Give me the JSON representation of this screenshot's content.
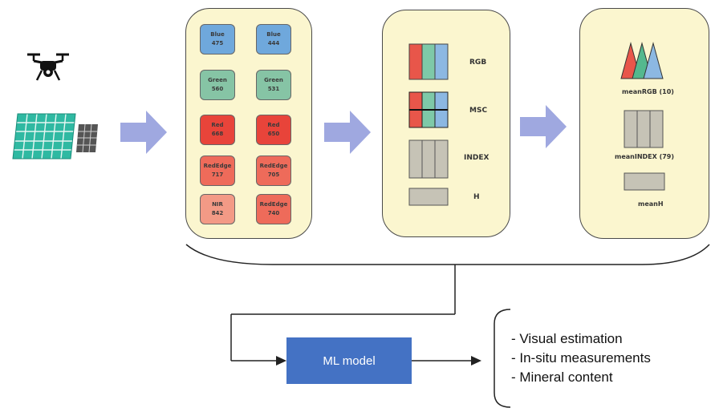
{
  "bands": [
    {
      "name": "Blue",
      "wavelength": "475",
      "color": "#6fa8dc"
    },
    {
      "name": "Blue",
      "wavelength": "444",
      "color": "#6fa8dc"
    },
    {
      "name": "Green",
      "wavelength": "560",
      "color": "#86c4a5"
    },
    {
      "name": "Green",
      "wavelength": "531",
      "color": "#86c4a5"
    },
    {
      "name": "Red",
      "wavelength": "668",
      "color": "#e8443a"
    },
    {
      "name": "Red",
      "wavelength": "650",
      "color": "#e8443a"
    },
    {
      "name": "RedEdge",
      "wavelength": "717",
      "color": "#ee6b5a"
    },
    {
      "name": "RedEdge",
      "wavelength": "705",
      "color": "#ee6b5a"
    },
    {
      "name": "NIR",
      "wavelength": "842",
      "color": "#f39a86"
    },
    {
      "name": "RedEdge",
      "wavelength": "740",
      "color": "#ee6b5a"
    }
  ],
  "features": {
    "rgb": "RGB",
    "msc": "MSC",
    "index": "INDEX",
    "h": "H"
  },
  "outputs": {
    "mean_rgb": "meanRGB (10)",
    "mean_index": "meanINDEX (79)",
    "mean_h": "meanH"
  },
  "model": {
    "label": "ML model"
  },
  "targets": [
    "- Visual estimation",
    "- In-situ measurements",
    "- Mineral content"
  ],
  "colors": {
    "panel_fill": "#fbf6cf",
    "arrow": "#9fa8e0",
    "model_fill": "#4472c4"
  }
}
